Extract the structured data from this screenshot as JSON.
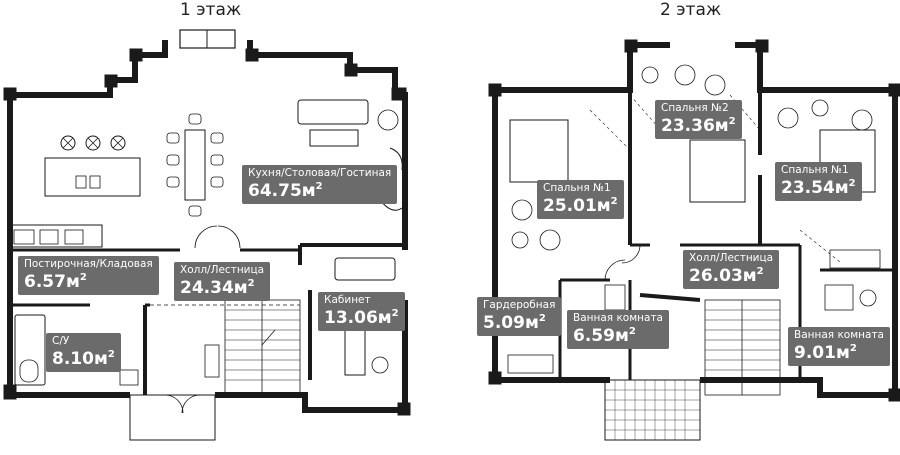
{
  "floors": [
    {
      "title": "1 этаж",
      "rooms": [
        {
          "name": "Кухня/Столовая/Гостиная",
          "area": "64.75м"
        },
        {
          "name": "Постирочная/Кладовая",
          "area": "6.57м"
        },
        {
          "name": "Холл/Лестница",
          "area": "24.34м"
        },
        {
          "name": "Кабинет",
          "area": "13.06м"
        },
        {
          "name": "С/У",
          "area": "8.10м"
        }
      ]
    },
    {
      "title": "2 этаж",
      "rooms": [
        {
          "name": "Спальня №2",
          "area": "23.36м"
        },
        {
          "name": "Спальня №1",
          "area": "25.01м"
        },
        {
          "name": "Спальня №1",
          "area": "23.54м"
        },
        {
          "name": "Холл/Лестница",
          "area": "26.03м"
        },
        {
          "name": "Гардеробная",
          "area": "5.09м"
        },
        {
          "name": "Ванная комната",
          "area": "6.59м"
        },
        {
          "name": "Ванная комната",
          "area": "9.01м"
        }
      ]
    }
  ],
  "area_unit_superscript": "2",
  "colors": {
    "wall": "#1a1a1a",
    "label_bg": "#6b6b6b",
    "label_text": "#ffffff",
    "line": "#555555"
  }
}
